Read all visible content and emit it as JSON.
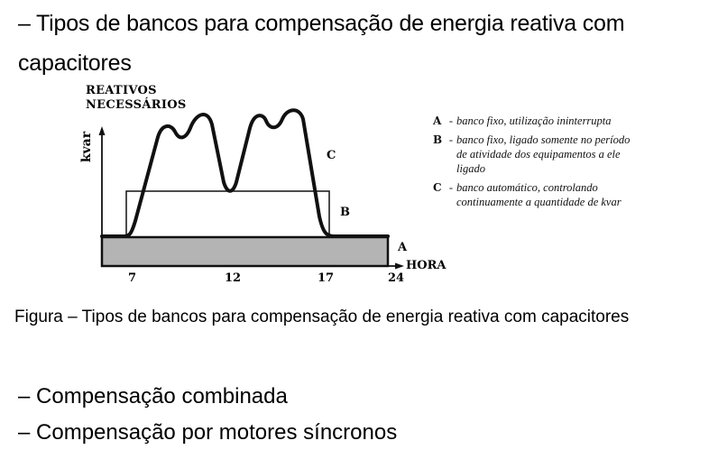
{
  "heading": {
    "text": "–  Tipos de bancos para compensação de energia reativa com capacitores"
  },
  "figure": {
    "y_title_line1": "REATIVOS",
    "y_title_line2": "NECESSÁRIOS",
    "y_unit": "kvar",
    "x_label": "HORA",
    "x_ticks": [
      "7",
      "12",
      "17",
      "24"
    ],
    "curve_labels": {
      "A": "A",
      "B": "B",
      "C": "C"
    },
    "legend": [
      {
        "key": "A",
        "dash": "-",
        "text": "banco fixo, utilização ininterrupta"
      },
      {
        "key": "B",
        "dash": "-",
        "text": "banco fixo, ligado  somente no período de atividade dos equipamentos a ele ligado"
      },
      {
        "key": "C",
        "dash": "-",
        "text": "banco automático, controlando continuamente a quantidade de kvar"
      }
    ],
    "colors": {
      "fill_A": "#b4b4b4",
      "line": "#111111"
    }
  },
  "chart_data": {
    "type": "area",
    "title": "REATIVOS NECESSÁRIOS",
    "xlabel": "HORA",
    "ylabel": "kvar",
    "x_ticks": [
      7,
      12,
      17,
      24
    ],
    "xlim": [
      0,
      24
    ],
    "grid": false,
    "legend_position": "right",
    "series": [
      {
        "name": "A",
        "description": "banco fixo, utilização ininterrupta",
        "kind": "constant-filled",
        "x": [
          0,
          24
        ],
        "y_relative": 1.0
      },
      {
        "name": "B",
        "description": "banco fixo, ligado somente no período de atividade dos equipamentos a ele ligado",
        "kind": "rectangle",
        "x": [
          7,
          17
        ],
        "y_relative": 2.8
      },
      {
        "name": "C",
        "description": "banco automático, controlando continuamente a quantidade de kvar",
        "kind": "curve",
        "x": [
          0,
          6.5,
          7,
          8,
          8.5,
          9.3,
          10,
          10.5,
          11.3,
          12,
          12.7,
          13.5,
          14.2,
          15,
          15.5,
          16.4,
          17,
          18,
          24
        ],
        "y_relative": [
          1.0,
          1.0,
          1.1,
          4.5,
          5.2,
          4.9,
          5.5,
          5.4,
          3.8,
          2.7,
          3.8,
          5.4,
          5.2,
          5.6,
          5.5,
          3.5,
          1.2,
          1.0,
          1.0
        ]
      }
    ]
  },
  "caption": {
    "text": "Figura – Tipos de bancos para compensação de energia reativa com capacitores"
  },
  "bullets": [
    "– Compensação combinada",
    "– Compensação por motores síncronos"
  ]
}
